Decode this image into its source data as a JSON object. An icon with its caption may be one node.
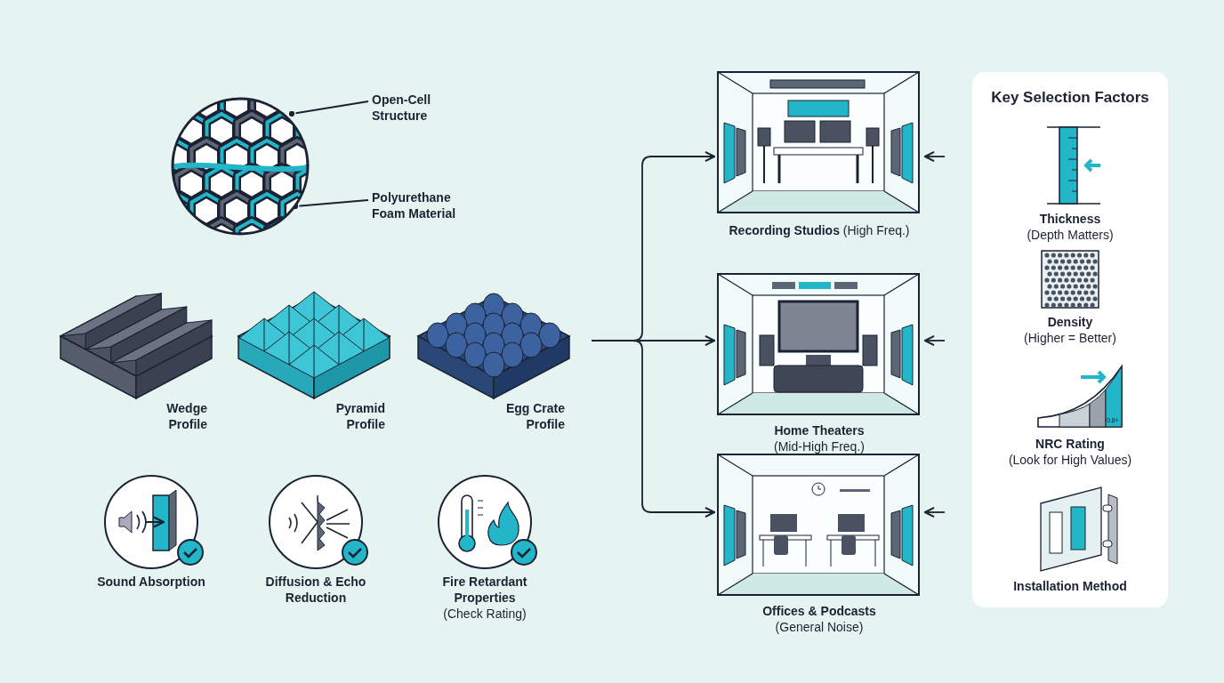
{
  "diagram": {
    "nodes": [
      {
        "text": [],
        "shape": "picture"
      },
      {
        "text": [
          "Open-Cell Structure"
        ]
      },
      {
        "text": [
          "Polyurethane Foam Material"
        ]
      },
      {
        "text": [
          "Wedge Profile"
        ]
      },
      {
        "text": [
          "Pyramid Profile"
        ]
      },
      {
        "text": [
          "Egg Crate Profile"
        ]
      },
      {
        "text": [
          "Sound Absorption"
        ]
      },
      {
        "text": [
          "Diffusion & Echo Reduction"
        ]
      },
      {
        "text": [
          "Fire Retardant Properties",
          "(Check Rating)"
        ]
      },
      {
        "text": [
          "**Recording Studios** (High Freq.)"
        ]
      },
      {
        "text": [
          "Home Theaters",
          "(Mid-High Freq.)"
        ]
      },
      {
        "text": [
          "Offices & Podcasts",
          "(General Noise)"
        ]
      },
      {
        "text": [
          "Key Selection Factors"
        ]
      },
      {
        "text": [
          "Thickness",
          "(Depth Matters)"
        ],
        "in": 12
      },
      {
        "text": [
          "Density",
          "(Higher = Better)"
        ],
        "in": 12
      },
      {
        "text": [
          "NRC Rating",
          "(Look for High Values)"
        ],
        "in": 12
      },
      {
        "text": [
          "Installation Method"
        ],
        "in": 12
      }
    ],
    "edges": [
      {
        "from": 1,
        "to": 0,
        "arrow": "other"
      },
      {
        "from": 2,
        "to": 0,
        "arrow": "other"
      },
      {
        "from": 5,
        "to": 9,
        "arrow": "to"
      },
      {
        "from": 5,
        "to": 10,
        "arrow": "to"
      },
      {
        "from": 5,
        "to": 11,
        "arrow": "to"
      },
      {
        "from": null,
        "to": 9,
        "arrow": "to"
      },
      {
        "from": null,
        "to": 10,
        "arrow": "to"
      },
      {
        "from": null,
        "to": 11,
        "arrow": "to"
      }
    ],
    "labels": [
      "0.8+"
    ]
  }
}
